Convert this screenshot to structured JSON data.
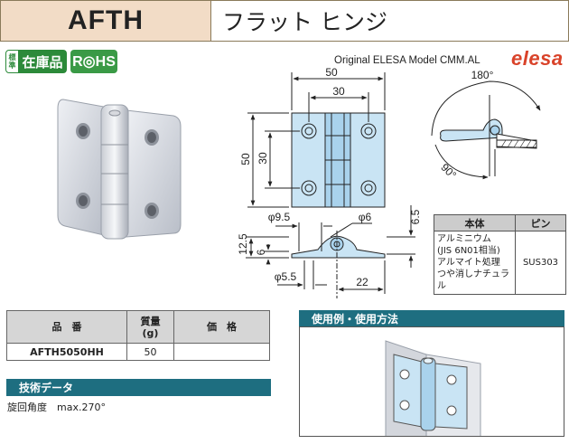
{
  "header": {
    "model_code": "AFTH",
    "product_name": "フラット ヒンジ"
  },
  "badges": {
    "stock_small_top": "標",
    "stock_small_bottom": "準",
    "stock_label": "在庫品",
    "rohs": "R◎HS"
  },
  "original_model": "Original ELESA Model CMM.AL",
  "brand_logo": "elesa",
  "drawing": {
    "dim_width_total": "50",
    "dim_width_inner": "30",
    "dim_height_total": "50",
    "dim_height_inner": "30",
    "dim_hole_d": "φ9.5",
    "dim_pin_d": "φ6",
    "dim_thickness": "6.5",
    "dim_total_h": "12.5",
    "dim_plate": "6",
    "dim_counter": "φ5.5",
    "dim_offset": "22",
    "angle_open": "180°",
    "angle_right": "90°"
  },
  "material_table": {
    "col_body": "本体",
    "col_pin": "ピン",
    "body_lines": [
      "アルミニウム",
      "(JIS 6N01相当)",
      "アルマイト処理",
      "つや消しナチュラル"
    ],
    "pin": "SUS303"
  },
  "spec_table": {
    "col_part_no": "品　番",
    "col_mass_line1": "質量",
    "col_mass_line2": "(g)",
    "col_price": "価　格",
    "rows": [
      {
        "part_no": "AFTH5050HH",
        "mass": "50",
        "price": ""
      }
    ]
  },
  "usage_section": {
    "title": "使用例・使用方法"
  },
  "tech_section": {
    "title": "技術データ",
    "rotation": "旋回角度　max.270°"
  }
}
